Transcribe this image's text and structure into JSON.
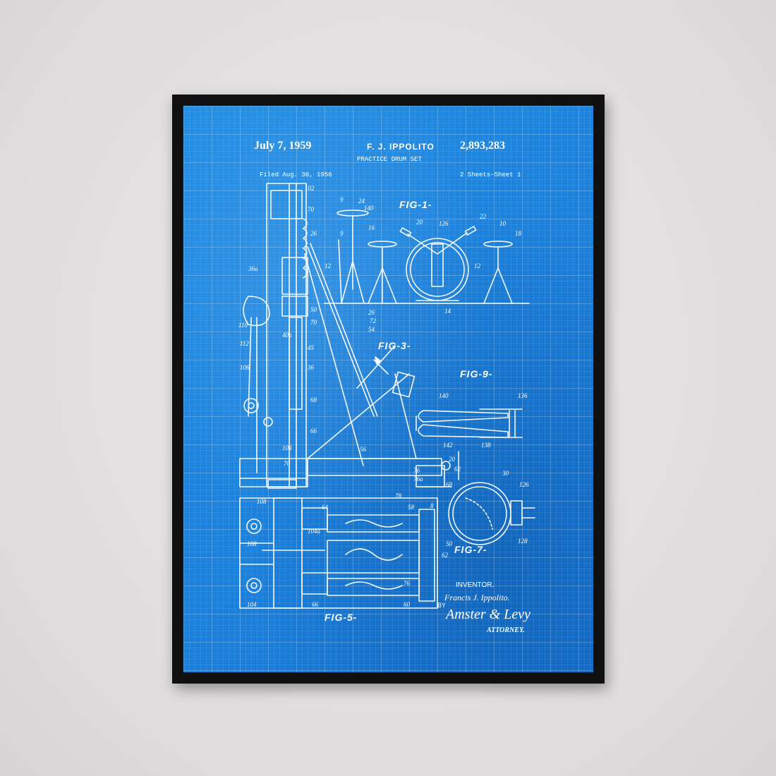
{
  "patent": {
    "date": "July 7, 1959",
    "inventor": "F. J. IPPOLITO",
    "number": "2,893,283",
    "title": "PRACTICE DRUM SET",
    "filed": "Filed Aug. 30, 1956",
    "sheets": "2 Sheets-Sheet 1"
  },
  "signature": {
    "inventor_label": "INVENTOR.",
    "inventor_name": "Francis J. Ippolito.",
    "by": "BY",
    "attorney": "Amster & Levy",
    "attorney_label": "ATTORNEY."
  },
  "figures": {
    "fig1": "FIG-1-",
    "fig3": "FIG-3-",
    "fig9": "FIG-9-",
    "fig7": "FIG-7-",
    "fig5": "FIG-5-"
  },
  "ref_labels": {
    "l102": "102",
    "l70": "70",
    "l9a": "9",
    "l9b": "9",
    "l24": "24",
    "l140": "140",
    "l26a": "26",
    "l20": "20",
    "l126": "126",
    "l22": "22",
    "l10": "10",
    "l18": "18",
    "l16": "16",
    "l12a": "12",
    "l12b": "12",
    "l14": "14",
    "l26b": "26",
    "l72": "72",
    "l54": "54",
    "l36a": "36a",
    "l50": "50",
    "l70b": "70",
    "l40a": "40a",
    "l110": "110",
    "l112": "112",
    "l45": "45",
    "l36": "36",
    "l106": "106",
    "l136": "136",
    "l140b": "140",
    "l142": "142",
    "l138": "138",
    "l68": "68",
    "l66": "66",
    "l56": "56",
    "l104": "104",
    "l70c": "70",
    "l20b": "20",
    "l62": "62",
    "l76": "76",
    "l76a": "76a",
    "l68b": "68",
    "l108": "108",
    "l78": "78",
    "l8": "8",
    "l128": "128",
    "l126b": "126",
    "l30": "30",
    "l64": "64",
    "l58": "58",
    "l108b": "108",
    "l104a": "104a",
    "l50b": "50",
    "l62b": "62",
    "l76b": "76",
    "l60": "60",
    "l66b": "66",
    "l104b": "104"
  },
  "colors": {
    "blueprint": "#1b82de",
    "line": "#ffffff",
    "frame": "#101010",
    "wall": "#e4e0e2"
  }
}
